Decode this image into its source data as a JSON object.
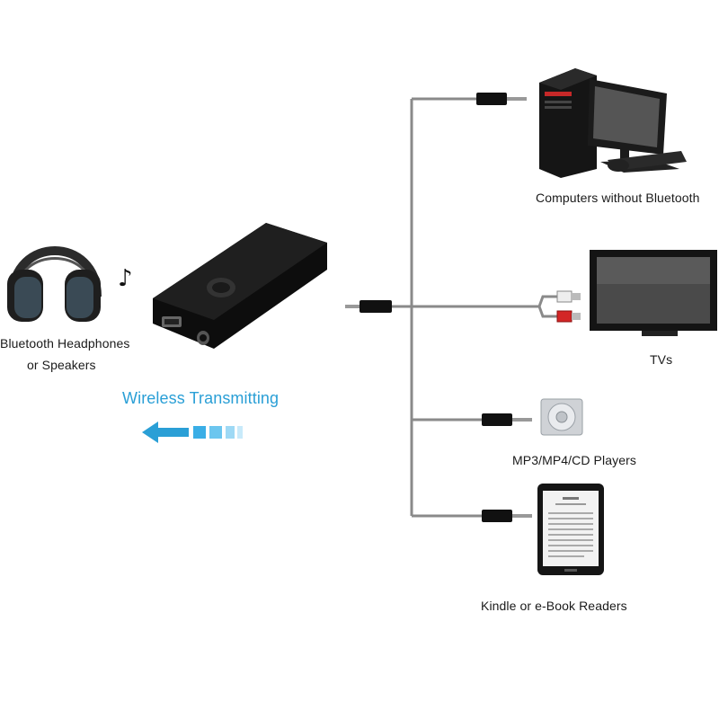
{
  "diagram": {
    "wireless_label": "Wireless Transmitting",
    "source_label_line1": "Bluetooth Headphones",
    "source_label_line2": "or Speakers",
    "devices": [
      {
        "label": "Computers without Bluetooth",
        "icon": "computer-icon"
      },
      {
        "label": "TVs",
        "icon": "tv-icon"
      },
      {
        "label": "MP3/MP4/CD Players",
        "icon": "mp3-player-icon"
      },
      {
        "label": "Kindle or e-Book Readers",
        "icon": "ebook-reader-icon"
      }
    ],
    "colors": {
      "arrow_blue": "#2a9fd6",
      "cable_gray": "#8a8a8a",
      "device_black": "#111111"
    }
  }
}
